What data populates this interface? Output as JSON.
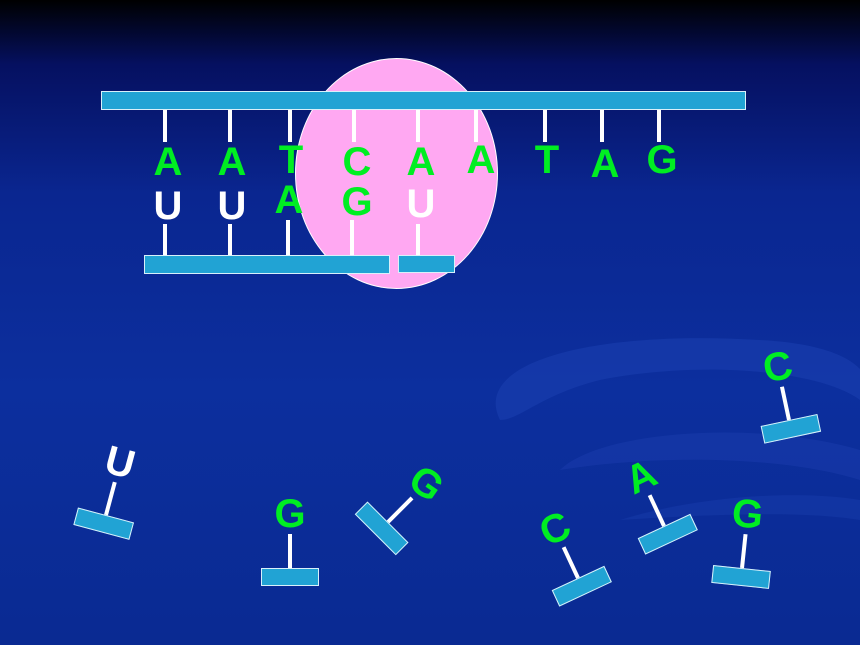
{
  "template_strand": {
    "bases": [
      "A",
      "A",
      "T",
      "C",
      "A",
      "A",
      "T",
      "A",
      "G"
    ]
  },
  "rna_strand": {
    "bases": [
      "U",
      "U",
      "A",
      "G",
      "U"
    ]
  },
  "free_nucleotides": [
    {
      "base": "U"
    },
    {
      "base": "G"
    },
    {
      "base": "G"
    },
    {
      "base": "C"
    },
    {
      "base": "A"
    },
    {
      "base": "G"
    },
    {
      "base": "C"
    }
  ],
  "colors": {
    "background": "#0c2f9e",
    "strand": "#21a3d4",
    "enzyme": "#ffa8f2",
    "dna_base": "#00ee22",
    "rna_base": "#ffffff"
  }
}
